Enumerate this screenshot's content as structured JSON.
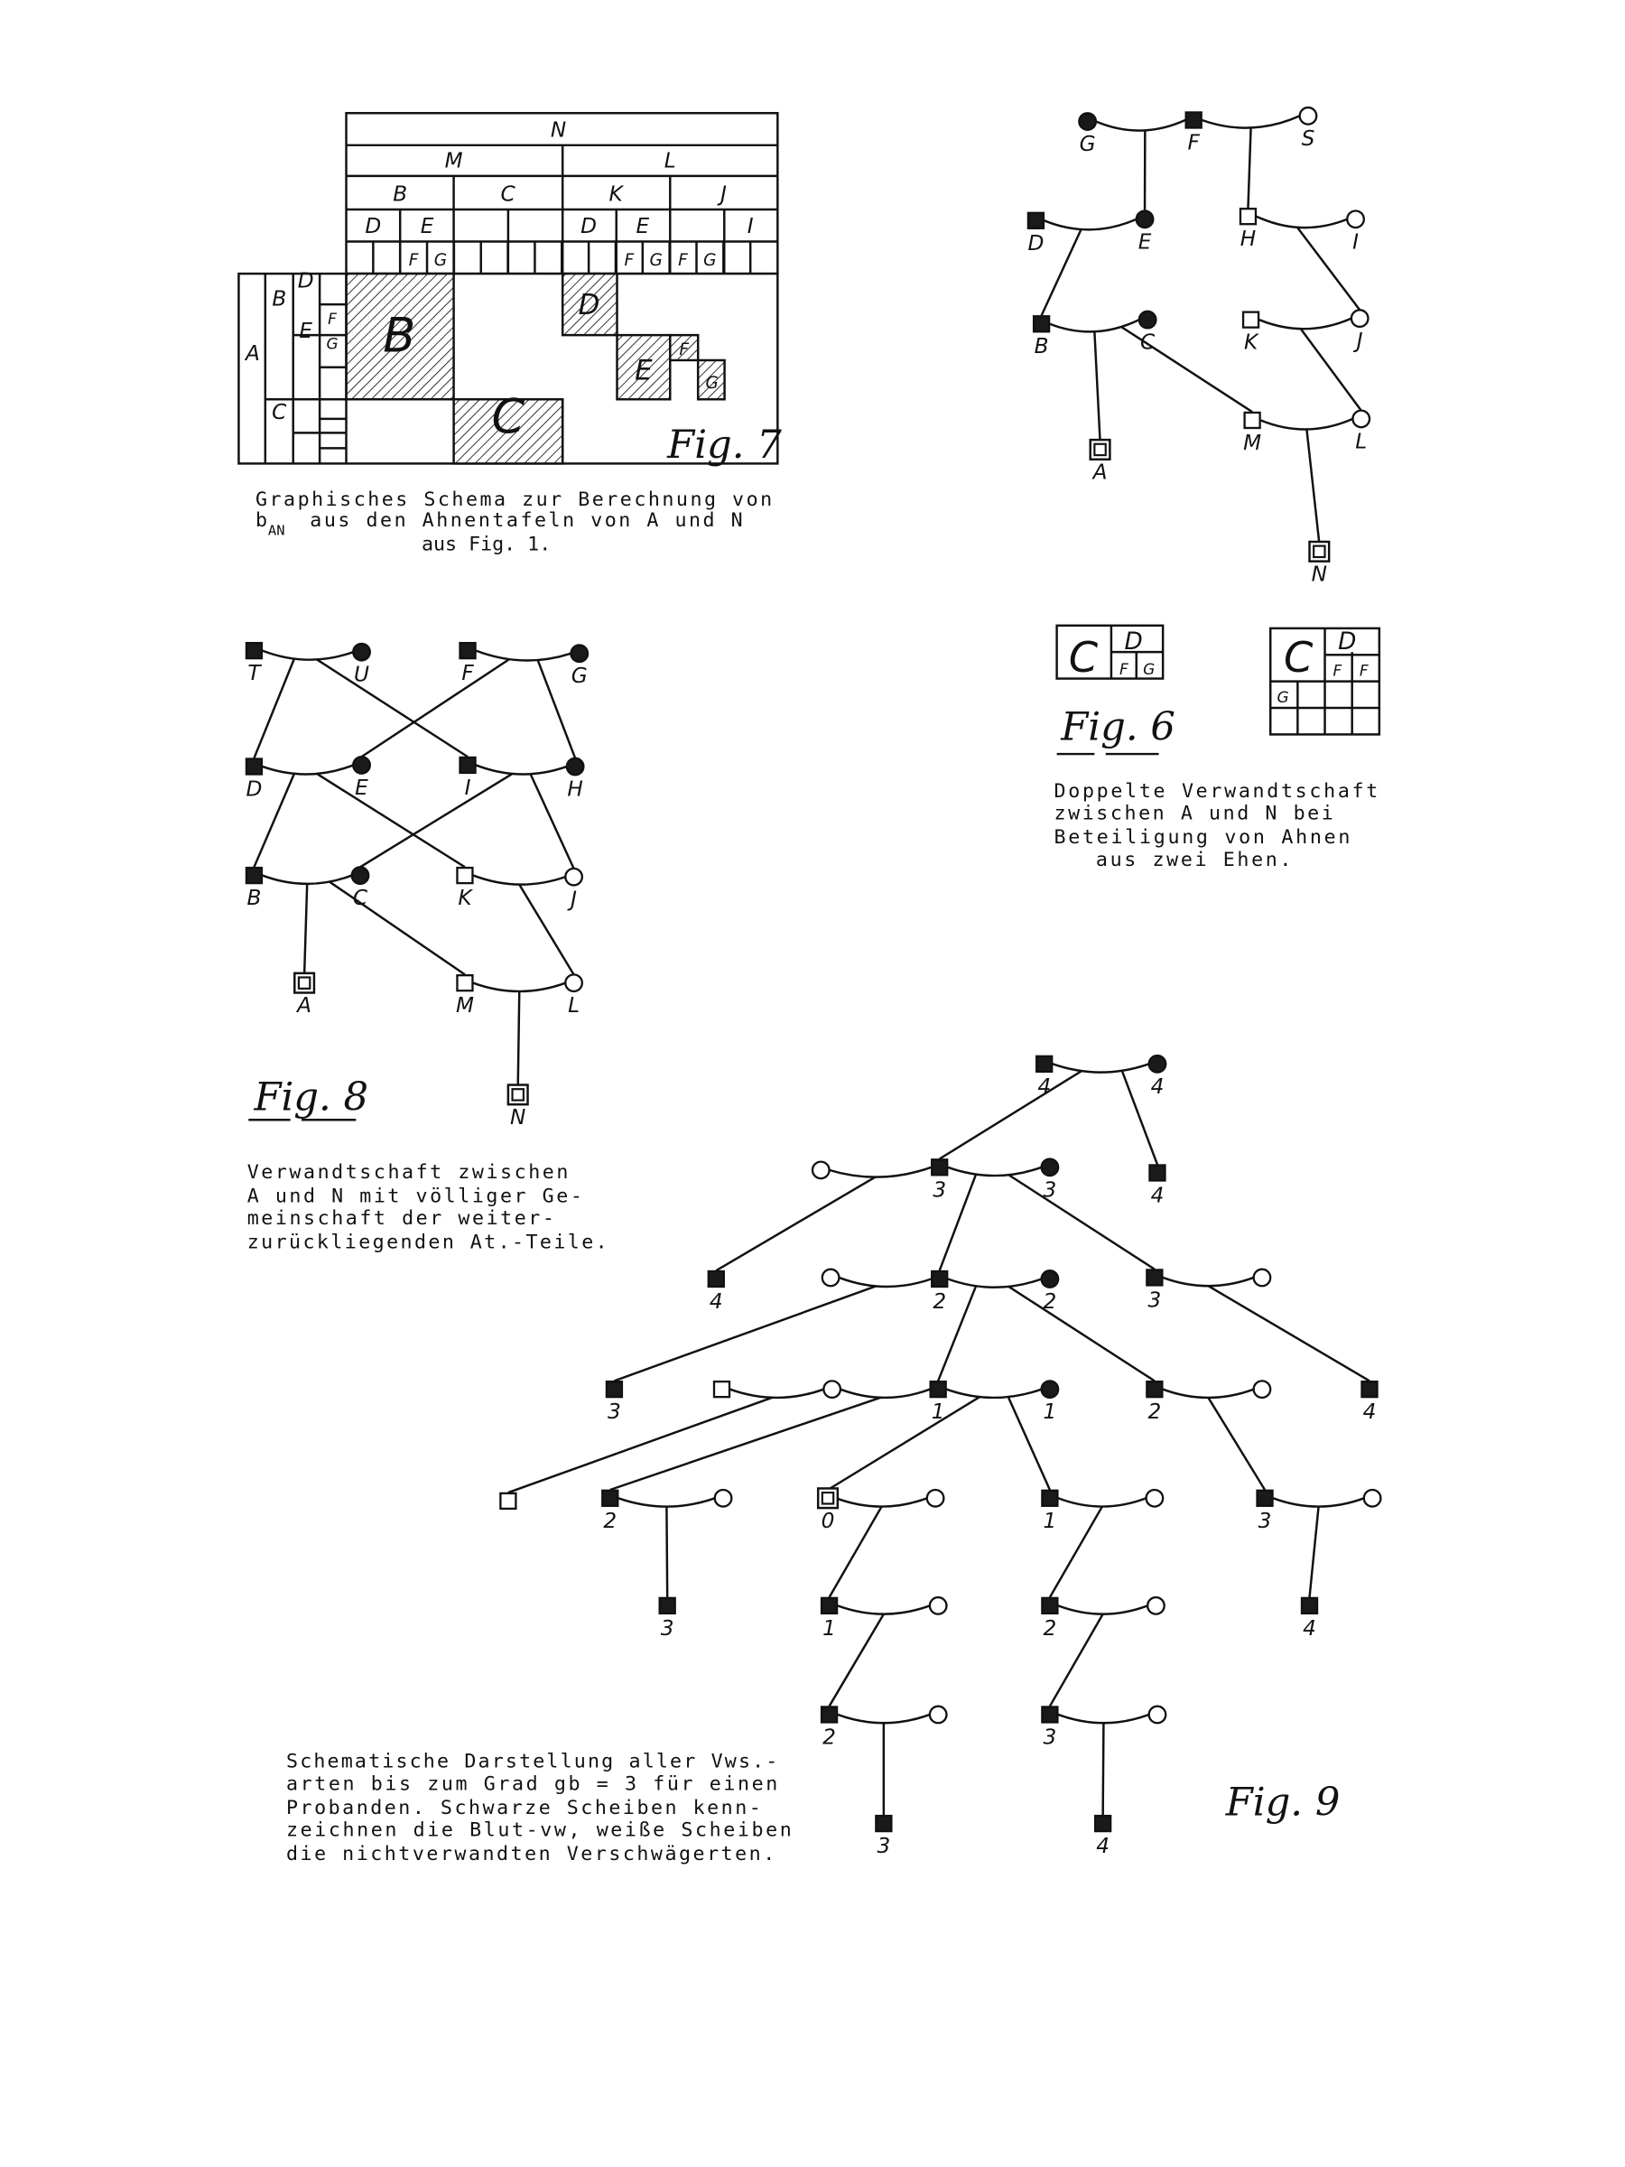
{
  "fig7": {
    "fig_label": "Fig. 7",
    "header_top": "N",
    "header_row2": [
      "M",
      "L"
    ],
    "header_row3": [
      "B",
      "C",
      "K",
      "J"
    ],
    "header_row4": [
      "D",
      "E",
      "",
      "",
      "D",
      "E",
      "",
      "I"
    ],
    "header_row5": [
      "",
      "",
      "F",
      "G",
      "",
      "",
      "",
      "",
      "",
      "",
      "F",
      "G",
      "F",
      "G",
      "",
      ""
    ],
    "left_col1": "A",
    "left_col2": [
      "B",
      "C"
    ],
    "left_col3": [
      "D",
      "E"
    ],
    "left_col4": [
      "F",
      "G"
    ],
    "blocks": [
      "B",
      "C",
      "D",
      "E",
      "F",
      "G"
    ],
    "caption": {
      "line1": "Graphisches Schema zur Berechnung von",
      "line2_b": "b",
      "line2_sub": "AN",
      "line2_rest": "aus den Ahnentafeln von A und N",
      "line3": "aus Fig. 1."
    }
  },
  "fig6": {
    "fig_label": "Fig. 6",
    "box1": [
      "C",
      "D",
      "F",
      "G"
    ],
    "box2": [
      "C",
      "D",
      "F",
      "F",
      "G"
    ],
    "caption": [
      "Doppelte Verwandtschaft",
      "zwischen A und N bei",
      "Beteiligung von Ahnen",
      "aus zwei Ehen."
    ],
    "nodes": {
      "G": {
        "label": "G",
        "sex": "f",
        "kind": "blood"
      },
      "F": {
        "label": "F",
        "sex": "m",
        "kind": "blood"
      },
      "S": {
        "label": "S",
        "sex": "f",
        "kind": "affine"
      },
      "D": {
        "label": "D",
        "sex": "m",
        "kind": "blood"
      },
      "E": {
        "label": "E",
        "sex": "f",
        "kind": "blood"
      },
      "H": {
        "label": "H",
        "sex": "m",
        "kind": "affine"
      },
      "I": {
        "label": "I",
        "sex": "f",
        "kind": "affine"
      },
      "B": {
        "label": "B",
        "sex": "m",
        "kind": "blood"
      },
      "C": {
        "label": "C",
        "sex": "f",
        "kind": "blood"
      },
      "K": {
        "label": "K",
        "sex": "m",
        "kind": "affine"
      },
      "J": {
        "label": "J",
        "sex": "f",
        "kind": "affine"
      },
      "A": {
        "label": "A",
        "sex": "m",
        "kind": "proband"
      },
      "M": {
        "label": "M",
        "sex": "m",
        "kind": "affine"
      },
      "L": {
        "label": "L",
        "sex": "f",
        "kind": "affine"
      },
      "N": {
        "label": "N",
        "sex": "m",
        "kind": "proband"
      }
    }
  },
  "fig8": {
    "fig_label": "Fig. 8",
    "caption": [
      "Verwandtschaft zwischen",
      "A und N mit völliger Ge-",
      "meinschaft der weiter-",
      "zurückliegenden At.-Teile."
    ],
    "nodes": {
      "T": {
        "label": "T",
        "sex": "m",
        "kind": "blood"
      },
      "U": {
        "label": "U",
        "sex": "f",
        "kind": "blood"
      },
      "F": {
        "label": "F",
        "sex": "m",
        "kind": "blood"
      },
      "G": {
        "label": "G",
        "sex": "f",
        "kind": "blood"
      },
      "D": {
        "label": "D",
        "sex": "m",
        "kind": "blood"
      },
      "E": {
        "label": "E",
        "sex": "f",
        "kind": "blood"
      },
      "I": {
        "label": "I",
        "sex": "m",
        "kind": "blood"
      },
      "H": {
        "label": "H",
        "sex": "f",
        "kind": "blood"
      },
      "B": {
        "label": "B",
        "sex": "m",
        "kind": "blood"
      },
      "C": {
        "label": "C",
        "sex": "f",
        "kind": "blood"
      },
      "K": {
        "label": "K",
        "sex": "m",
        "kind": "affine"
      },
      "J": {
        "label": "J",
        "sex": "f",
        "kind": "affine"
      },
      "A": {
        "label": "A",
        "sex": "m",
        "kind": "proband"
      },
      "M": {
        "label": "M",
        "sex": "m",
        "kind": "affine"
      },
      "L": {
        "label": "L",
        "sex": "f",
        "kind": "affine"
      },
      "N": {
        "label": "N",
        "sex": "m",
        "kind": "proband"
      }
    }
  },
  "fig9": {
    "fig_label": "Fig. 9",
    "caption": [
      "Schematische Darstellung aller Vws.-",
      "arten bis zum Grad gb = 3 für einen",
      "Probanden. Schwarze Scheiben kenn-",
      "zeichnen die Blut-vw, weiße Scheiben",
      "die nichtverwandten Verschwägerten."
    ],
    "nodes": {
      "r0a": {
        "label": "4",
        "sex": "m",
        "kind": "blood"
      },
      "r0b": {
        "label": "4",
        "sex": "f",
        "kind": "blood"
      },
      "r1a": {
        "label": "",
        "sex": "f",
        "kind": "affine"
      },
      "r1b": {
        "label": "3",
        "sex": "m",
        "kind": "blood"
      },
      "r1c": {
        "label": "3",
        "sex": "f",
        "kind": "blood"
      },
      "r1d": {
        "label": "4",
        "sex": "m",
        "kind": "blood"
      },
      "r2a": {
        "label": "4",
        "sex": "m",
        "kind": "blood"
      },
      "r2b": {
        "label": "",
        "sex": "f",
        "kind": "affine"
      },
      "r2c": {
        "label": "2",
        "sex": "m",
        "kind": "blood"
      },
      "r2d": {
        "label": "2",
        "sex": "f",
        "kind": "blood"
      },
      "r2e": {
        "label": "3",
        "sex": "m",
        "kind": "blood"
      },
      "r2f": {
        "label": "",
        "sex": "f",
        "kind": "affine"
      },
      "r3a": {
        "label": "3",
        "sex": "m",
        "kind": "blood"
      },
      "r3b": {
        "label": "",
        "sex": "m",
        "kind": "affine"
      },
      "r3c": {
        "label": "",
        "sex": "f",
        "kind": "affine"
      },
      "r3d": {
        "label": "1",
        "sex": "m",
        "kind": "blood"
      },
      "r3e": {
        "label": "1",
        "sex": "f",
        "kind": "blood"
      },
      "r3f": {
        "label": "2",
        "sex": "m",
        "kind": "blood"
      },
      "r3g": {
        "label": "",
        "sex": "f",
        "kind": "affine"
      },
      "r3h": {
        "label": "4",
        "sex": "m",
        "kind": "blood"
      },
      "r4a": {
        "label": "",
        "sex": "m",
        "kind": "affine"
      },
      "r4b": {
        "label": "2",
        "sex": "m",
        "kind": "blood"
      },
      "r4c": {
        "label": "",
        "sex": "f",
        "kind": "affine"
      },
      "r4d": {
        "label": "0",
        "sex": "m",
        "kind": "proband"
      },
      "r4e": {
        "label": "",
        "sex": "f",
        "kind": "affine"
      },
      "r4f": {
        "label": "1",
        "sex": "m",
        "kind": "blood"
      },
      "r4g": {
        "label": "",
        "sex": "f",
        "kind": "affine"
      },
      "r4h": {
        "label": "3",
        "sex": "m",
        "kind": "blood"
      },
      "r4i": {
        "label": "",
        "sex": "f",
        "kind": "affine"
      },
      "r5a": {
        "label": "3",
        "sex": "m",
        "kind": "blood"
      },
      "r5b": {
        "label": "1",
        "sex": "m",
        "kind": "blood"
      },
      "r5c": {
        "label": "",
        "sex": "f",
        "kind": "affine"
      },
      "r5d": {
        "label": "2",
        "sex": "m",
        "kind": "blood"
      },
      "r5e": {
        "label": "",
        "sex": "f",
        "kind": "affine"
      },
      "r5f": {
        "label": "4",
        "sex": "m",
        "kind": "blood"
      },
      "r6a": {
        "label": "2",
        "sex": "m",
        "kind": "blood"
      },
      "r6b": {
        "label": "",
        "sex": "f",
        "kind": "affine"
      },
      "r6c": {
        "label": "3",
        "sex": "m",
        "kind": "blood"
      },
      "r6d": {
        "label": "",
        "sex": "f",
        "kind": "affine"
      },
      "r7a": {
        "label": "3",
        "sex": "m",
        "kind": "blood"
      },
      "r7b": {
        "label": "4",
        "sex": "m",
        "kind": "blood"
      }
    }
  },
  "colors": {
    "ink": "#111111",
    "paper": "#ffffff"
  }
}
